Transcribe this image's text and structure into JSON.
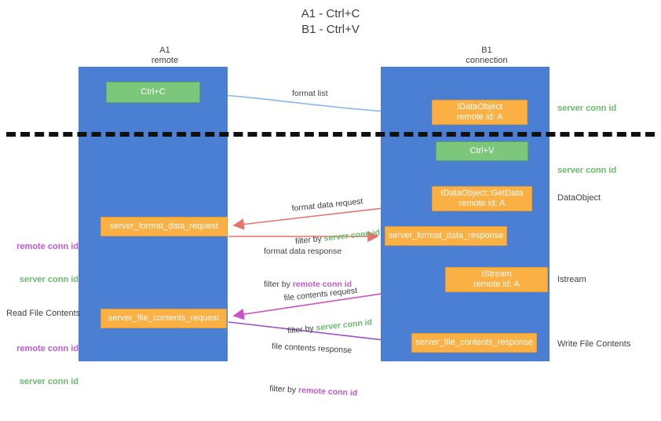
{
  "title": "A1 - Ctrl+C\nB1 - Ctrl+V",
  "columns": {
    "a1": "A1\nremote",
    "b1": "B1\nconnection"
  },
  "nodes": {
    "ctrl_c": "Ctrl+C",
    "idataobject": "IDataObject\nremote id: A",
    "ctrl_v": "Ctrl+V",
    "getdata": "IDataObject::GetData\nremote id: A",
    "istream": "IStream\nremote id: A",
    "server_format_data_request": "server_format_data_request",
    "server_format_data_response": "server_format_data_response",
    "server_file_contents_request": "server_file_contents_request",
    "server_file_contents_response": "server_file_contents_response"
  },
  "right_labels": {
    "server_conn_id_1": "server conn id",
    "server_conn_id_2": "server conn id",
    "dataobject": "DataObject",
    "istream": "Istream",
    "write_file_contents": "Write File Contents"
  },
  "left_labels": {
    "remote_conn_id_1": "remote conn id",
    "server_conn_id_1": "server conn id",
    "read_file_contents": "Read File Contents",
    "remote_conn_id_2": "remote conn id",
    "server_conn_id_2": "server conn id"
  },
  "edges": {
    "format_list": "format list",
    "format_data_request": "format data request",
    "format_data_request_filter_prefix": "filter by ",
    "format_data_request_filter_value": "server conn id",
    "format_data_response": "format data response",
    "format_data_response_filter_prefix": "filter by ",
    "format_data_response_filter_value": "remote conn id",
    "file_contents_request": "file contents request",
    "file_contents_request_filter_prefix": "filter by ",
    "file_contents_request_filter_value": "server conn id",
    "file_contents_response": "file contents response",
    "file_contents_response_filter_prefix": "filter by ",
    "file_contents_response_filter_value": "remote conn id"
  },
  "colors": {
    "lane": "#4a7fd4",
    "green_node": "#7cc77c",
    "orange_node": "#fbb044",
    "server_conn_id": "#6aba6a",
    "remote_conn_id": "#c05ad0",
    "arrow_blue": "#8ab6e8",
    "arrow_red": "#e8726b",
    "arrow_magenta": "#cf4fc4",
    "arrow_purple": "#a04fc4",
    "arrow_black": "#000000",
    "background": "#ffffff"
  }
}
